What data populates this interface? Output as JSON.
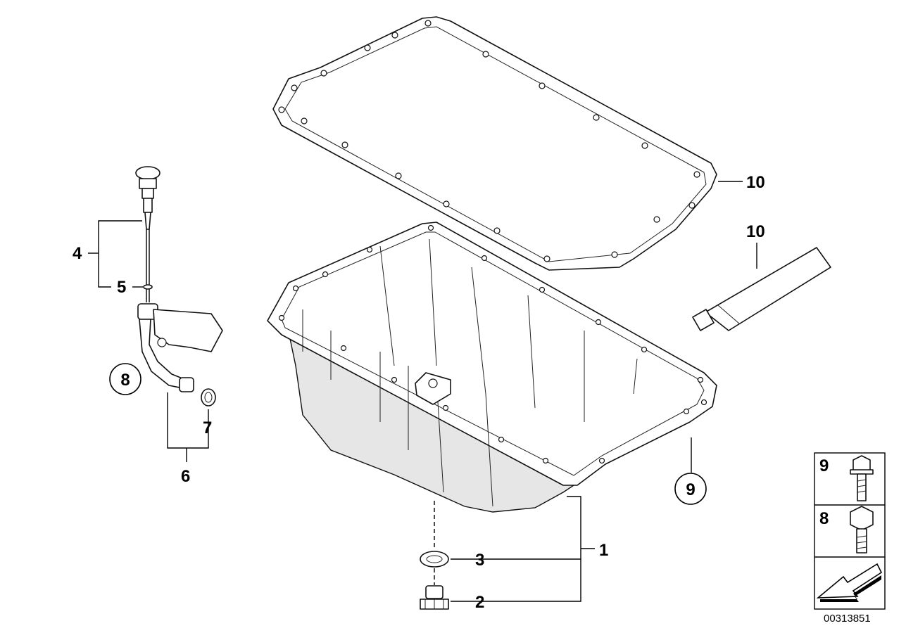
{
  "diagram": {
    "reference_number": "00313851",
    "callouts": {
      "oil_pan": "1",
      "drain_plug": "2",
      "seal_ring": "3",
      "dipstick": "4",
      "o_ring": "5",
      "guide_tube": "6",
      "tube_seal": "7",
      "bolt_8": "8",
      "bolt_9": "9",
      "gasket": "10",
      "sealant": "10"
    },
    "legend": {
      "row1_label": "9",
      "row2_label": "8"
    }
  }
}
